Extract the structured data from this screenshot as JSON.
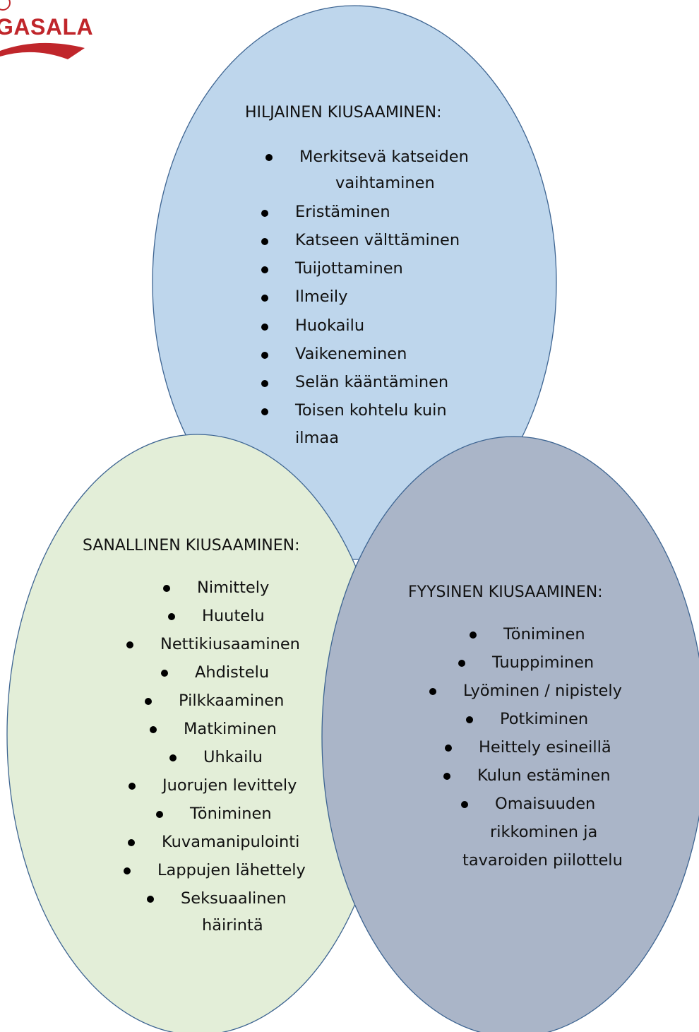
{
  "logo": {
    "text": "GASALA"
  },
  "colors": {
    "top_fill": "#bed6ec",
    "left_fill": "#e3eed8",
    "right_fill": "#aab5c8",
    "outline": "#3e6592",
    "logo_red": "#c0262b"
  },
  "ellipses": {
    "silent": {
      "title": "HILJAINEN KIUSAAMINEN:",
      "items": [
        "Merkitsevä katseiden",
        "vaihtaminen",
        "Eristäminen",
        "Katseen välttäminen",
        "Tuijottaminen",
        "Ilmeily",
        "Huokailu",
        "Vaikeneminen",
        "Selän kääntäminen",
        "Toisen kohtelu kuin",
        "ilmaa"
      ]
    },
    "verbal": {
      "title": "SANALLINEN KIUSAAMINEN:",
      "items": [
        "Nimittely",
        "Huutelu",
        "Nettikiusaaminen",
        "Ahdistelu",
        "Pilkkaaminen",
        "Matkiminen",
        "Uhkailu",
        "Juorujen levittely",
        "Töniminen",
        "Kuvamanipulointi",
        "Lappujen lähettely",
        "Seksuaalinen",
        "häirintä"
      ]
    },
    "physical": {
      "title": "FYYSINEN KIUSAAMINEN:",
      "items": [
        "Töniminen",
        "Tuuppiminen",
        "Lyöminen / nipistely",
        "Potkiminen",
        "Heittely esineillä",
        "Kulun estäminen",
        "Omaisuuden",
        "rikkominen ja",
        "tavaroiden piilottelu"
      ]
    }
  }
}
